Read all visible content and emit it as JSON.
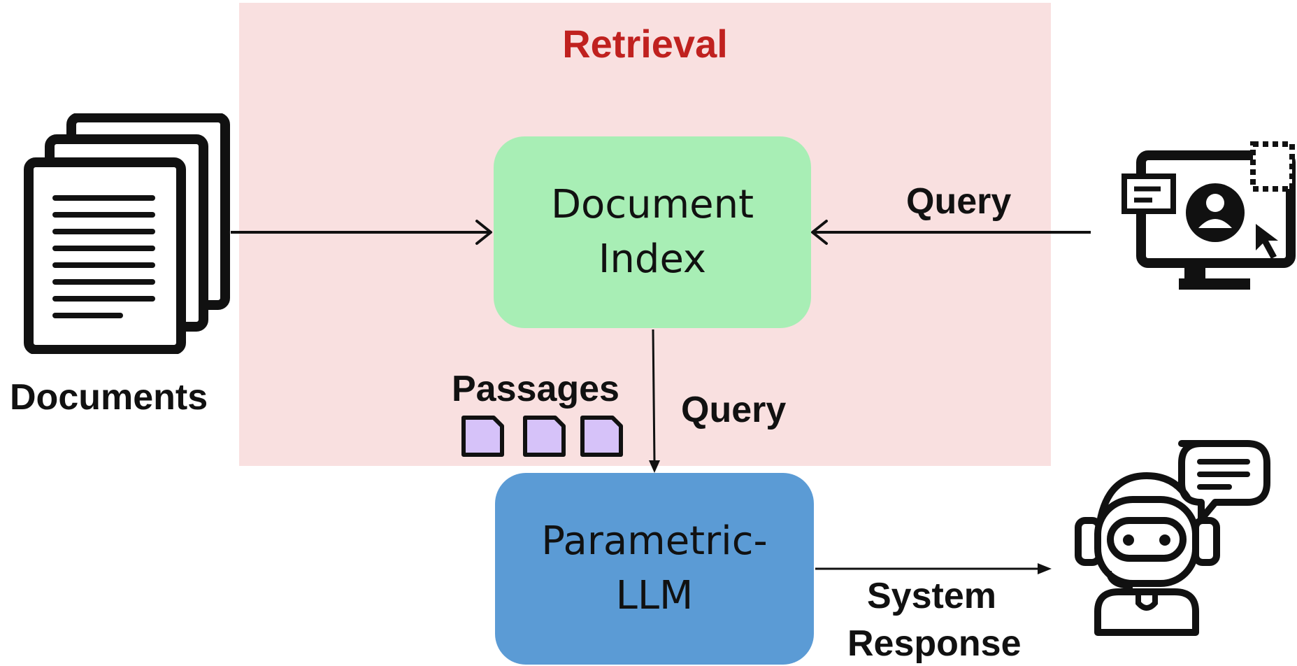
{
  "retrieval": {
    "title": "Retrieval"
  },
  "nodes": {
    "document_index": {
      "line1": "Document",
      "line2": "Index"
    },
    "llm": {
      "line1": "Parametric-",
      "line2": "LLM"
    }
  },
  "labels": {
    "documents": "Documents",
    "query_user": "Query",
    "passages": "Passages",
    "query_llm": "Query",
    "system_response_line1": "System",
    "system_response_line2": "Response"
  },
  "icons": {
    "documents": "document-stack-icon",
    "user": "monitor-user-icon",
    "passages": "passage-card-icon",
    "bot": "robot-chat-icon"
  },
  "colors": {
    "retrieval_bg": "#f9e0e0",
    "retrieval_title": "#c0211f",
    "index_fill": "#a8eeb5",
    "llm_fill": "#5b9bd5",
    "passage_fill": "#d6c2f9",
    "ink": "#111111"
  }
}
